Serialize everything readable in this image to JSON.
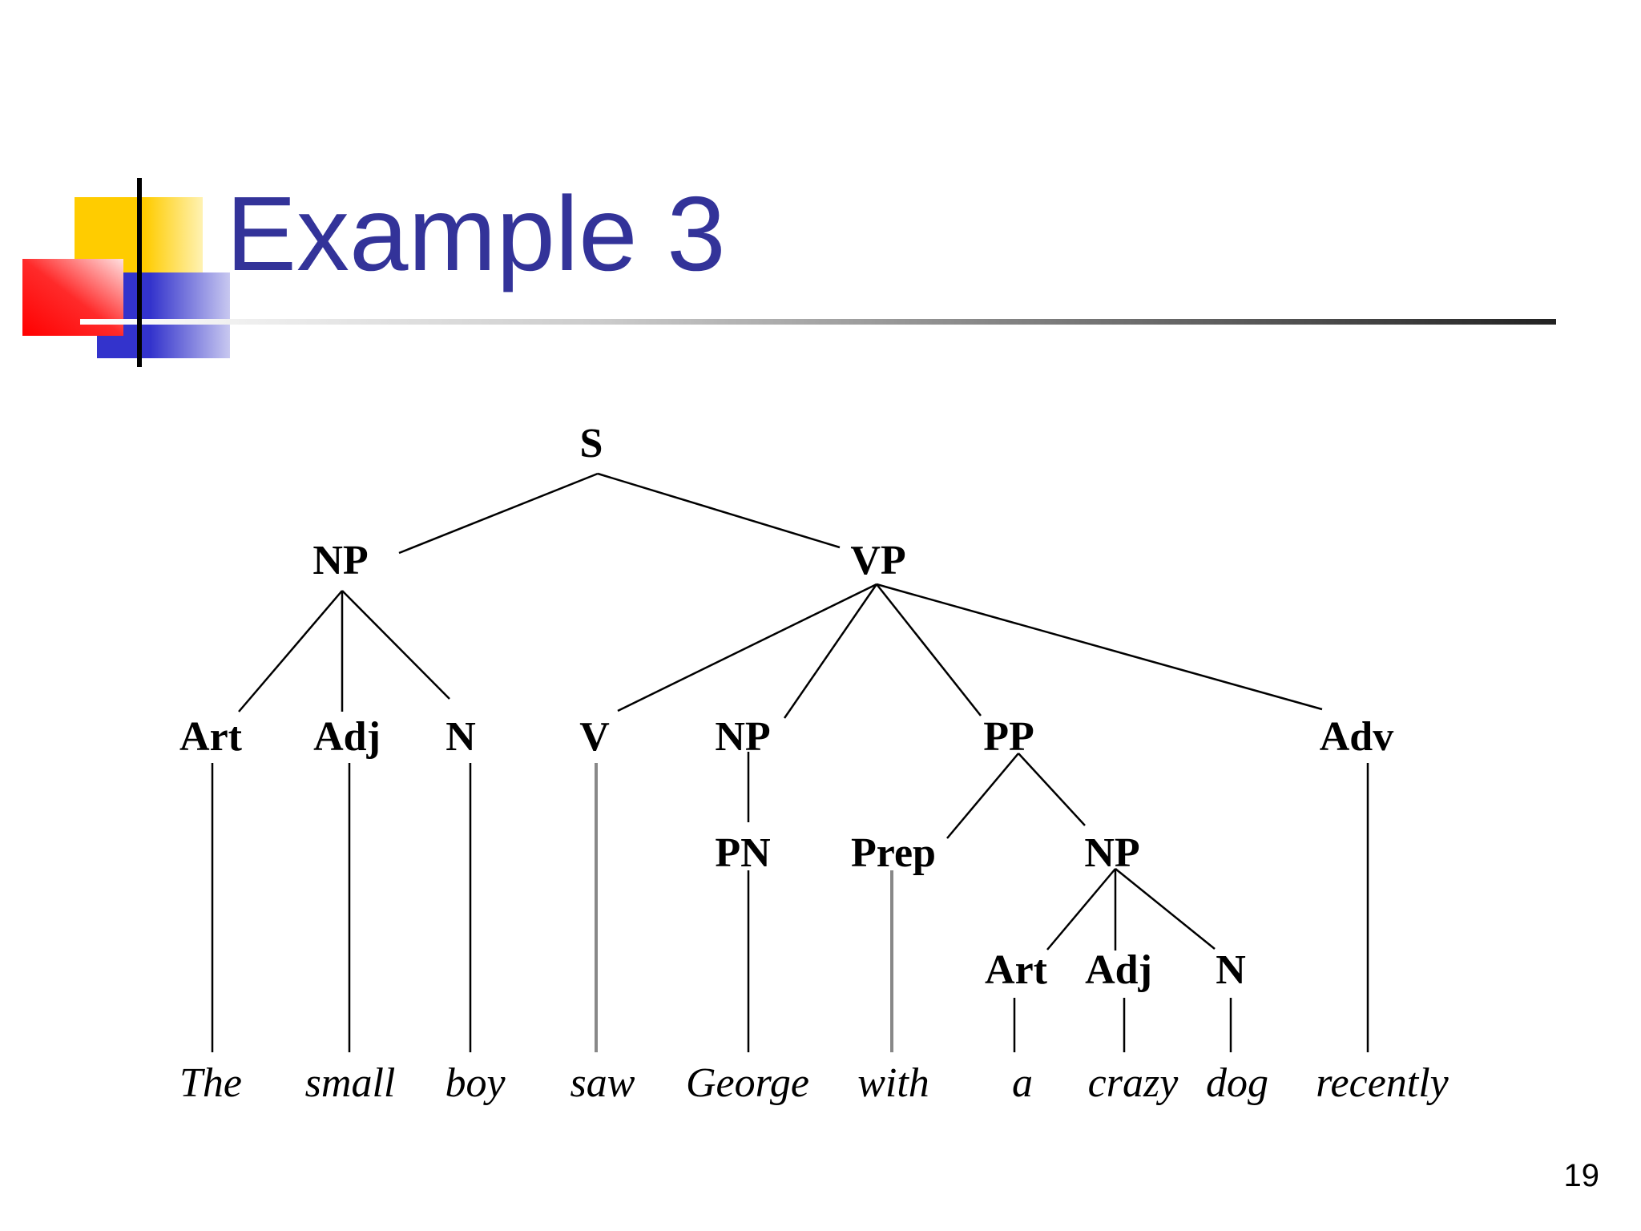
{
  "slide": {
    "title": "Example 3",
    "page_number": "19",
    "colors": {
      "title": "#333399",
      "yellow": "#FFCC00",
      "red": "#FF0000",
      "blue": "#3333CC",
      "rule": "#333333"
    }
  },
  "tree": {
    "nodes": [
      {
        "id": "S",
        "label": "S"
      },
      {
        "id": "NP1",
        "label": "NP"
      },
      {
        "id": "VP",
        "label": "VP"
      },
      {
        "id": "Art1",
        "label": "Art"
      },
      {
        "id": "Adj1",
        "label": "Adj"
      },
      {
        "id": "N1",
        "label": "N"
      },
      {
        "id": "V",
        "label": "V"
      },
      {
        "id": "NP2",
        "label": "NP"
      },
      {
        "id": "PP",
        "label": "PP"
      },
      {
        "id": "Adv",
        "label": "Adv"
      },
      {
        "id": "PN",
        "label": "PN"
      },
      {
        "id": "Prep",
        "label": "Prep"
      },
      {
        "id": "NP3",
        "label": "NP"
      },
      {
        "id": "Art2",
        "label": "Art"
      },
      {
        "id": "Adj2",
        "label": "Adj"
      },
      {
        "id": "N2",
        "label": "N"
      }
    ],
    "words": [
      {
        "id": "w_the",
        "text": "The"
      },
      {
        "id": "w_small",
        "text": "small"
      },
      {
        "id": "w_boy",
        "text": "boy"
      },
      {
        "id": "w_saw",
        "text": "saw"
      },
      {
        "id": "w_george",
        "text": "George"
      },
      {
        "id": "w_with",
        "text": "with"
      },
      {
        "id": "w_a",
        "text": "a"
      },
      {
        "id": "w_crazy",
        "text": "crazy"
      },
      {
        "id": "w_dog",
        "text": "dog"
      },
      {
        "id": "w_recently",
        "text": "recently"
      }
    ],
    "edges": [
      [
        "S",
        "NP1"
      ],
      [
        "S",
        "VP"
      ],
      [
        "NP1",
        "Art1"
      ],
      [
        "NP1",
        "Adj1"
      ],
      [
        "NP1",
        "N1"
      ],
      [
        "VP",
        "V"
      ],
      [
        "VP",
        "NP2"
      ],
      [
        "VP",
        "PP"
      ],
      [
        "VP",
        "Adv"
      ],
      [
        "NP2",
        "PN"
      ],
      [
        "PP",
        "Prep"
      ],
      [
        "PP",
        "NP3"
      ],
      [
        "NP3",
        "Art2"
      ],
      [
        "NP3",
        "Adj2"
      ],
      [
        "NP3",
        "N2"
      ],
      [
        "Art1",
        "w_the"
      ],
      [
        "Adj1",
        "w_small"
      ],
      [
        "N1",
        "w_boy"
      ],
      [
        "V",
        "w_saw"
      ],
      [
        "PN",
        "w_george"
      ],
      [
        "Prep",
        "w_with"
      ],
      [
        "Art2",
        "w_a"
      ],
      [
        "Adj2",
        "w_crazy"
      ],
      [
        "N2",
        "w_dog"
      ],
      [
        "Adv",
        "w_recently"
      ]
    ]
  }
}
